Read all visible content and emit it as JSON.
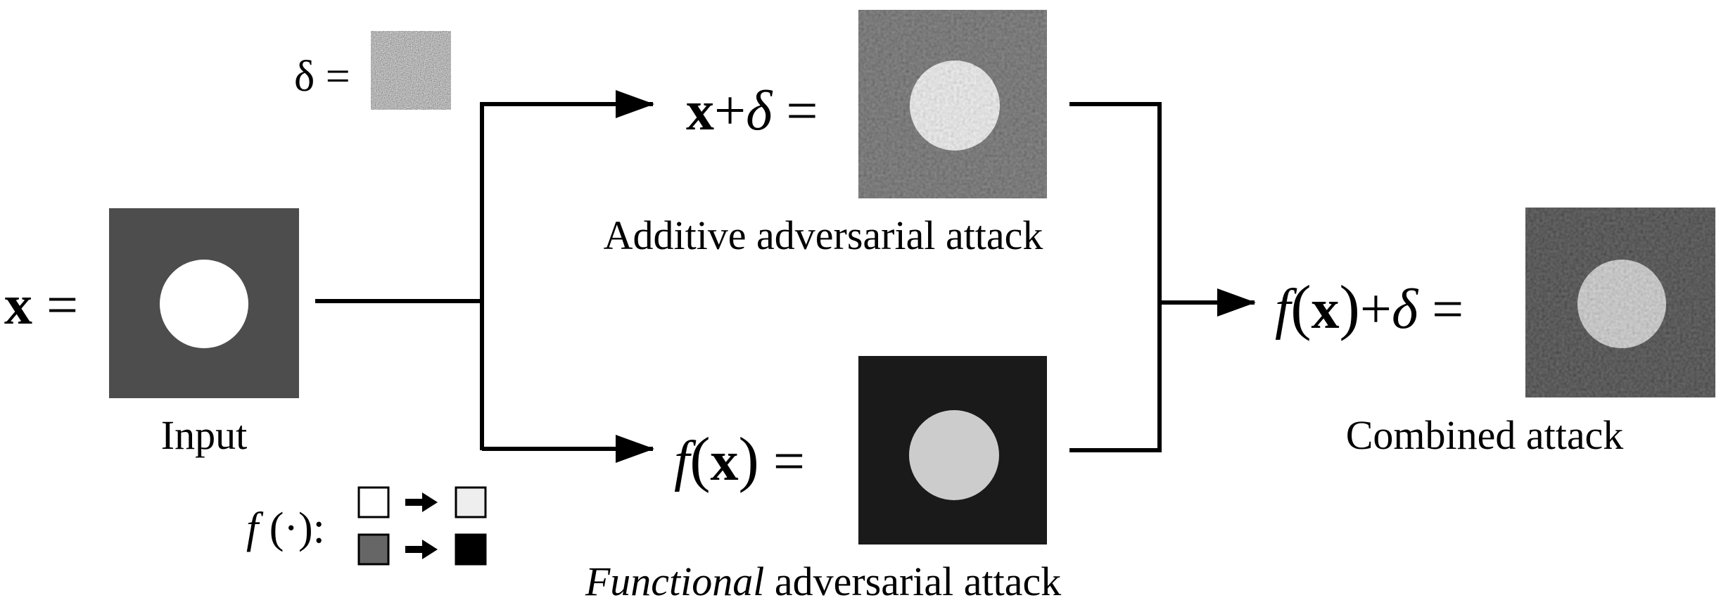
{
  "labels": {
    "delta_symbol": "δ",
    "equals": "=",
    "plus": "+",
    "x_bold": "x",
    "f_italic": "f",
    "paren_open": "(",
    "paren_close": ")",
    "f_dot": "f (·):",
    "input_caption": "Input",
    "additive_caption": "Additive adversarial attack",
    "functional_word": "Functional",
    "functional_rest": " adversarial attack",
    "combined_caption": "Combined attack"
  },
  "colors": {
    "input_background": "#4d4d4d",
    "input_circle": "#ffffff",
    "additive_background": "#565656",
    "additive_circle": "#f2f2f2",
    "functional_background": "#1a1a1a",
    "functional_circle": "#cccccc",
    "combined_background": "#262626",
    "combined_circle": "#c8c8c8",
    "delta_noise": "#8a8a8a",
    "legend_white": "#ffffff",
    "legend_light": "#eeeeee",
    "legend_gray": "#666666",
    "legend_black": "#000000",
    "line": "#000000"
  }
}
